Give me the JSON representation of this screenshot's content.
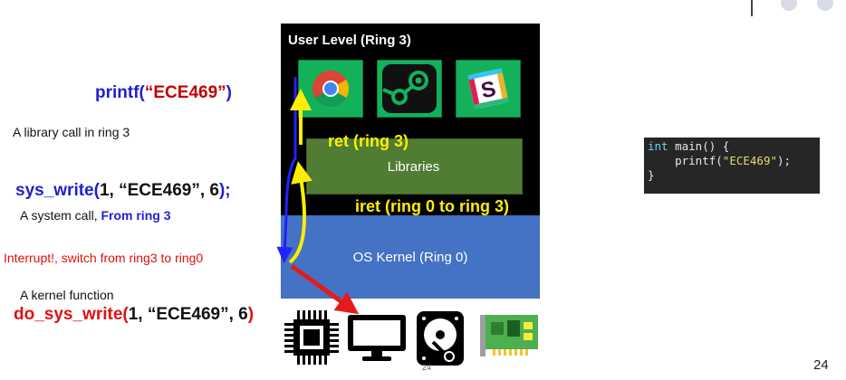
{
  "left": {
    "printf_call": {
      "fn": "printf(",
      "arg": "“ECE469”",
      "close": ")"
    },
    "library_call_desc": "A library call in ring 3",
    "sys_write_call": {
      "fn": "sys_write(",
      "args": "1, “ECE469”, 6",
      "close": ");"
    },
    "system_call_desc": "A system call, ",
    "system_call_from": "From ring 3",
    "interrupt_text": "Interrupt!, switch from ring3 to ring0",
    "kernel_fn_desc": "A kernel function",
    "do_sys_write_call": {
      "fn": "do_sys_write(",
      "args": "1, “ECE469”, 6",
      "close": ")"
    }
  },
  "rings": {
    "user_level": "User Level (Ring 3)",
    "libraries": "Libraries",
    "kernel": "OS Kernel (Ring 0)",
    "ret_label": "ret (ring 3)",
    "iret_label": "iret (ring 0 to ring 3)"
  },
  "apps": [
    "chrome-icon",
    "steam-icon",
    "slack-icon"
  ],
  "hardware": [
    "cpu-icon",
    "monitor-icon",
    "hard-drive-icon",
    "network-card-icon"
  ],
  "code": {
    "line1_kw": "int",
    "line1_rest": " main() {",
    "line2_fn": "    printf(",
    "line2_str": "\"ECE469\"",
    "line2_end": ");",
    "line3": "}"
  },
  "page_number": "24",
  "small_number": "24",
  "colors": {
    "blue_text": "#1f1fd0",
    "red_text": "#e01010",
    "ring_bg": "#000000",
    "app_green": "#13b25a",
    "libraries_green": "#507c33",
    "kernel_blue": "#4472c4",
    "yellow_arrow": "#ffee00",
    "red_arrow": "#e51b1b"
  }
}
